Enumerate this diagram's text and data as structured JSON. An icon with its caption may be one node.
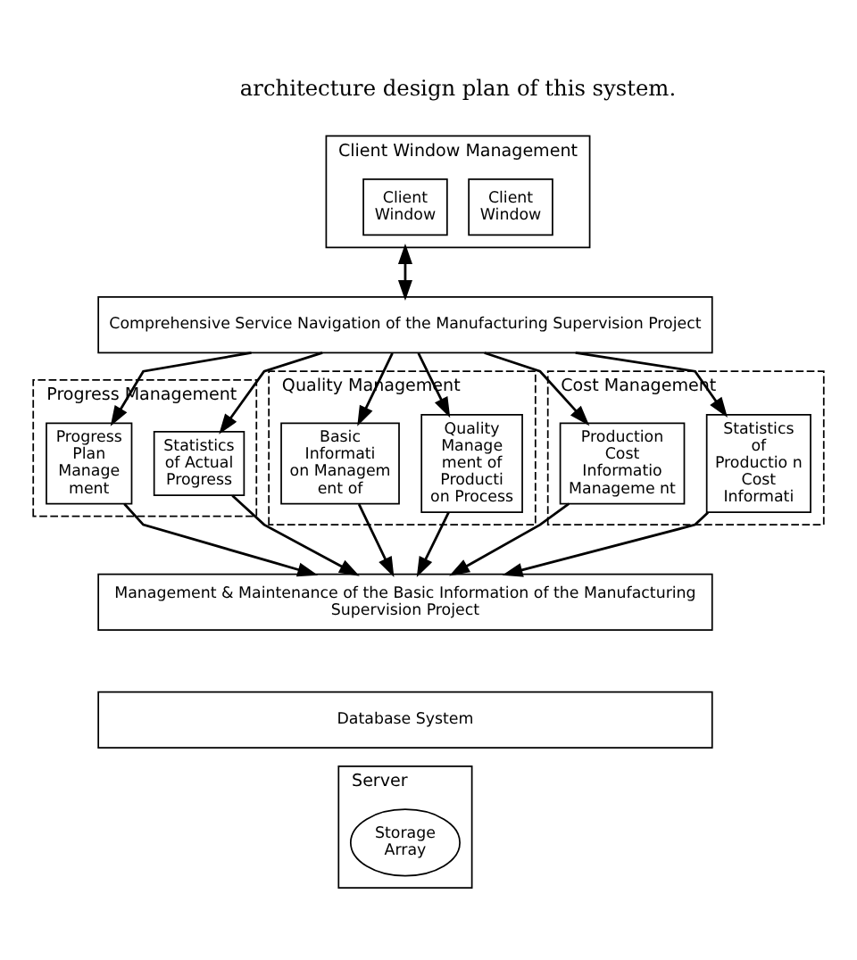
{
  "diagram": {
    "nodes": [
      {
        "text": [
          "Client Window Management"
        ]
      },
      {
        "text": [
          "Client Window"
        ],
        "in": 0
      },
      {
        "text": [
          "Client Window"
        ],
        "in": 0
      },
      {
        "text": [
          "Comprehensive Service Navigation of the Manufacturing Supervision Project"
        ]
      },
      {
        "text": [
          "Progress Management"
        ]
      },
      {
        "text": [
          "Progress Plan Manage ment"
        ],
        "in": 4
      },
      {
        "text": [
          "Statistics of Actual Progress"
        ],
        "in": 4
      },
      {
        "text": [
          "Quality Management"
        ]
      },
      {
        "text": [
          "Basic Informati on Managem ent of"
        ],
        "in": 7
      },
      {
        "text": [
          "Quality Manage ment of Producti on Process"
        ],
        "in": 7
      },
      {
        "text": [
          "Cost Management"
        ]
      },
      {
        "text": [
          "Production Cost Informatio Manageme nt"
        ],
        "in": 10
      },
      {
        "text": [
          "Statistics of Productio n Cost Informati"
        ],
        "in": 10
      },
      {
        "text": [
          "Management & Maintenance of the Basic Information of the Manufacturing Supervision Project"
        ]
      },
      {
        "text": [
          "Database System"
        ]
      },
      {
        "text": [
          "Server"
        ]
      },
      {
        "text": [
          "Storage Array"
        ],
        "in": 15
      }
    ],
    "edges": [
      {
        "from": 0,
        "to": 3,
        "arrow": "both"
      },
      {
        "from": 3,
        "to": 5,
        "arrow": "to"
      },
      {
        "from": 3,
        "to": 6,
        "arrow": "to"
      },
      {
        "from": 3,
        "to": 8,
        "arrow": "to"
      },
      {
        "from": 3,
        "to": 9,
        "arrow": "to"
      },
      {
        "from": 3,
        "to": 11,
        "arrow": "to"
      },
      {
        "from": 3,
        "to": 12,
        "arrow": "to"
      },
      {
        "from": 5,
        "to": 13,
        "arrow": "to"
      },
      {
        "from": 6,
        "to": 13,
        "arrow": "to"
      },
      {
        "from": 8,
        "to": 13,
        "arrow": "to"
      },
      {
        "from": 9,
        "to": 13,
        "arrow": "to"
      },
      {
        "from": 11,
        "to": 13,
        "arrow": "to"
      },
      {
        "from": 12,
        "to": 13,
        "arrow": "to"
      }
    ],
    "labels": [
      "architecture design plan of this system."
    ]
  }
}
